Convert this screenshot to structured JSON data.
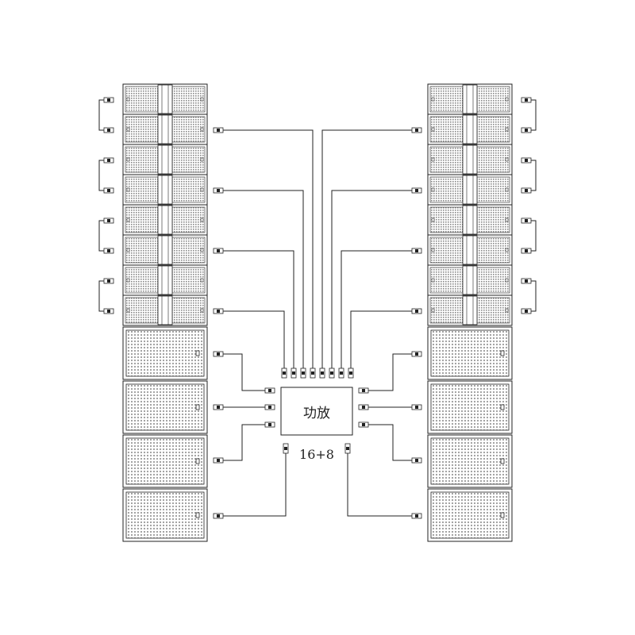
{
  "amplifier": {
    "label": "功放",
    "channels": "16+8"
  },
  "colors": {
    "line": "#222222",
    "grille": "#8a8a8a",
    "cabinet": "#ffffff"
  },
  "left_stack": {
    "line_array_modules": 8,
    "subwoofers": 4
  },
  "right_stack": {
    "line_array_modules": 8,
    "subwoofers": 4
  }
}
